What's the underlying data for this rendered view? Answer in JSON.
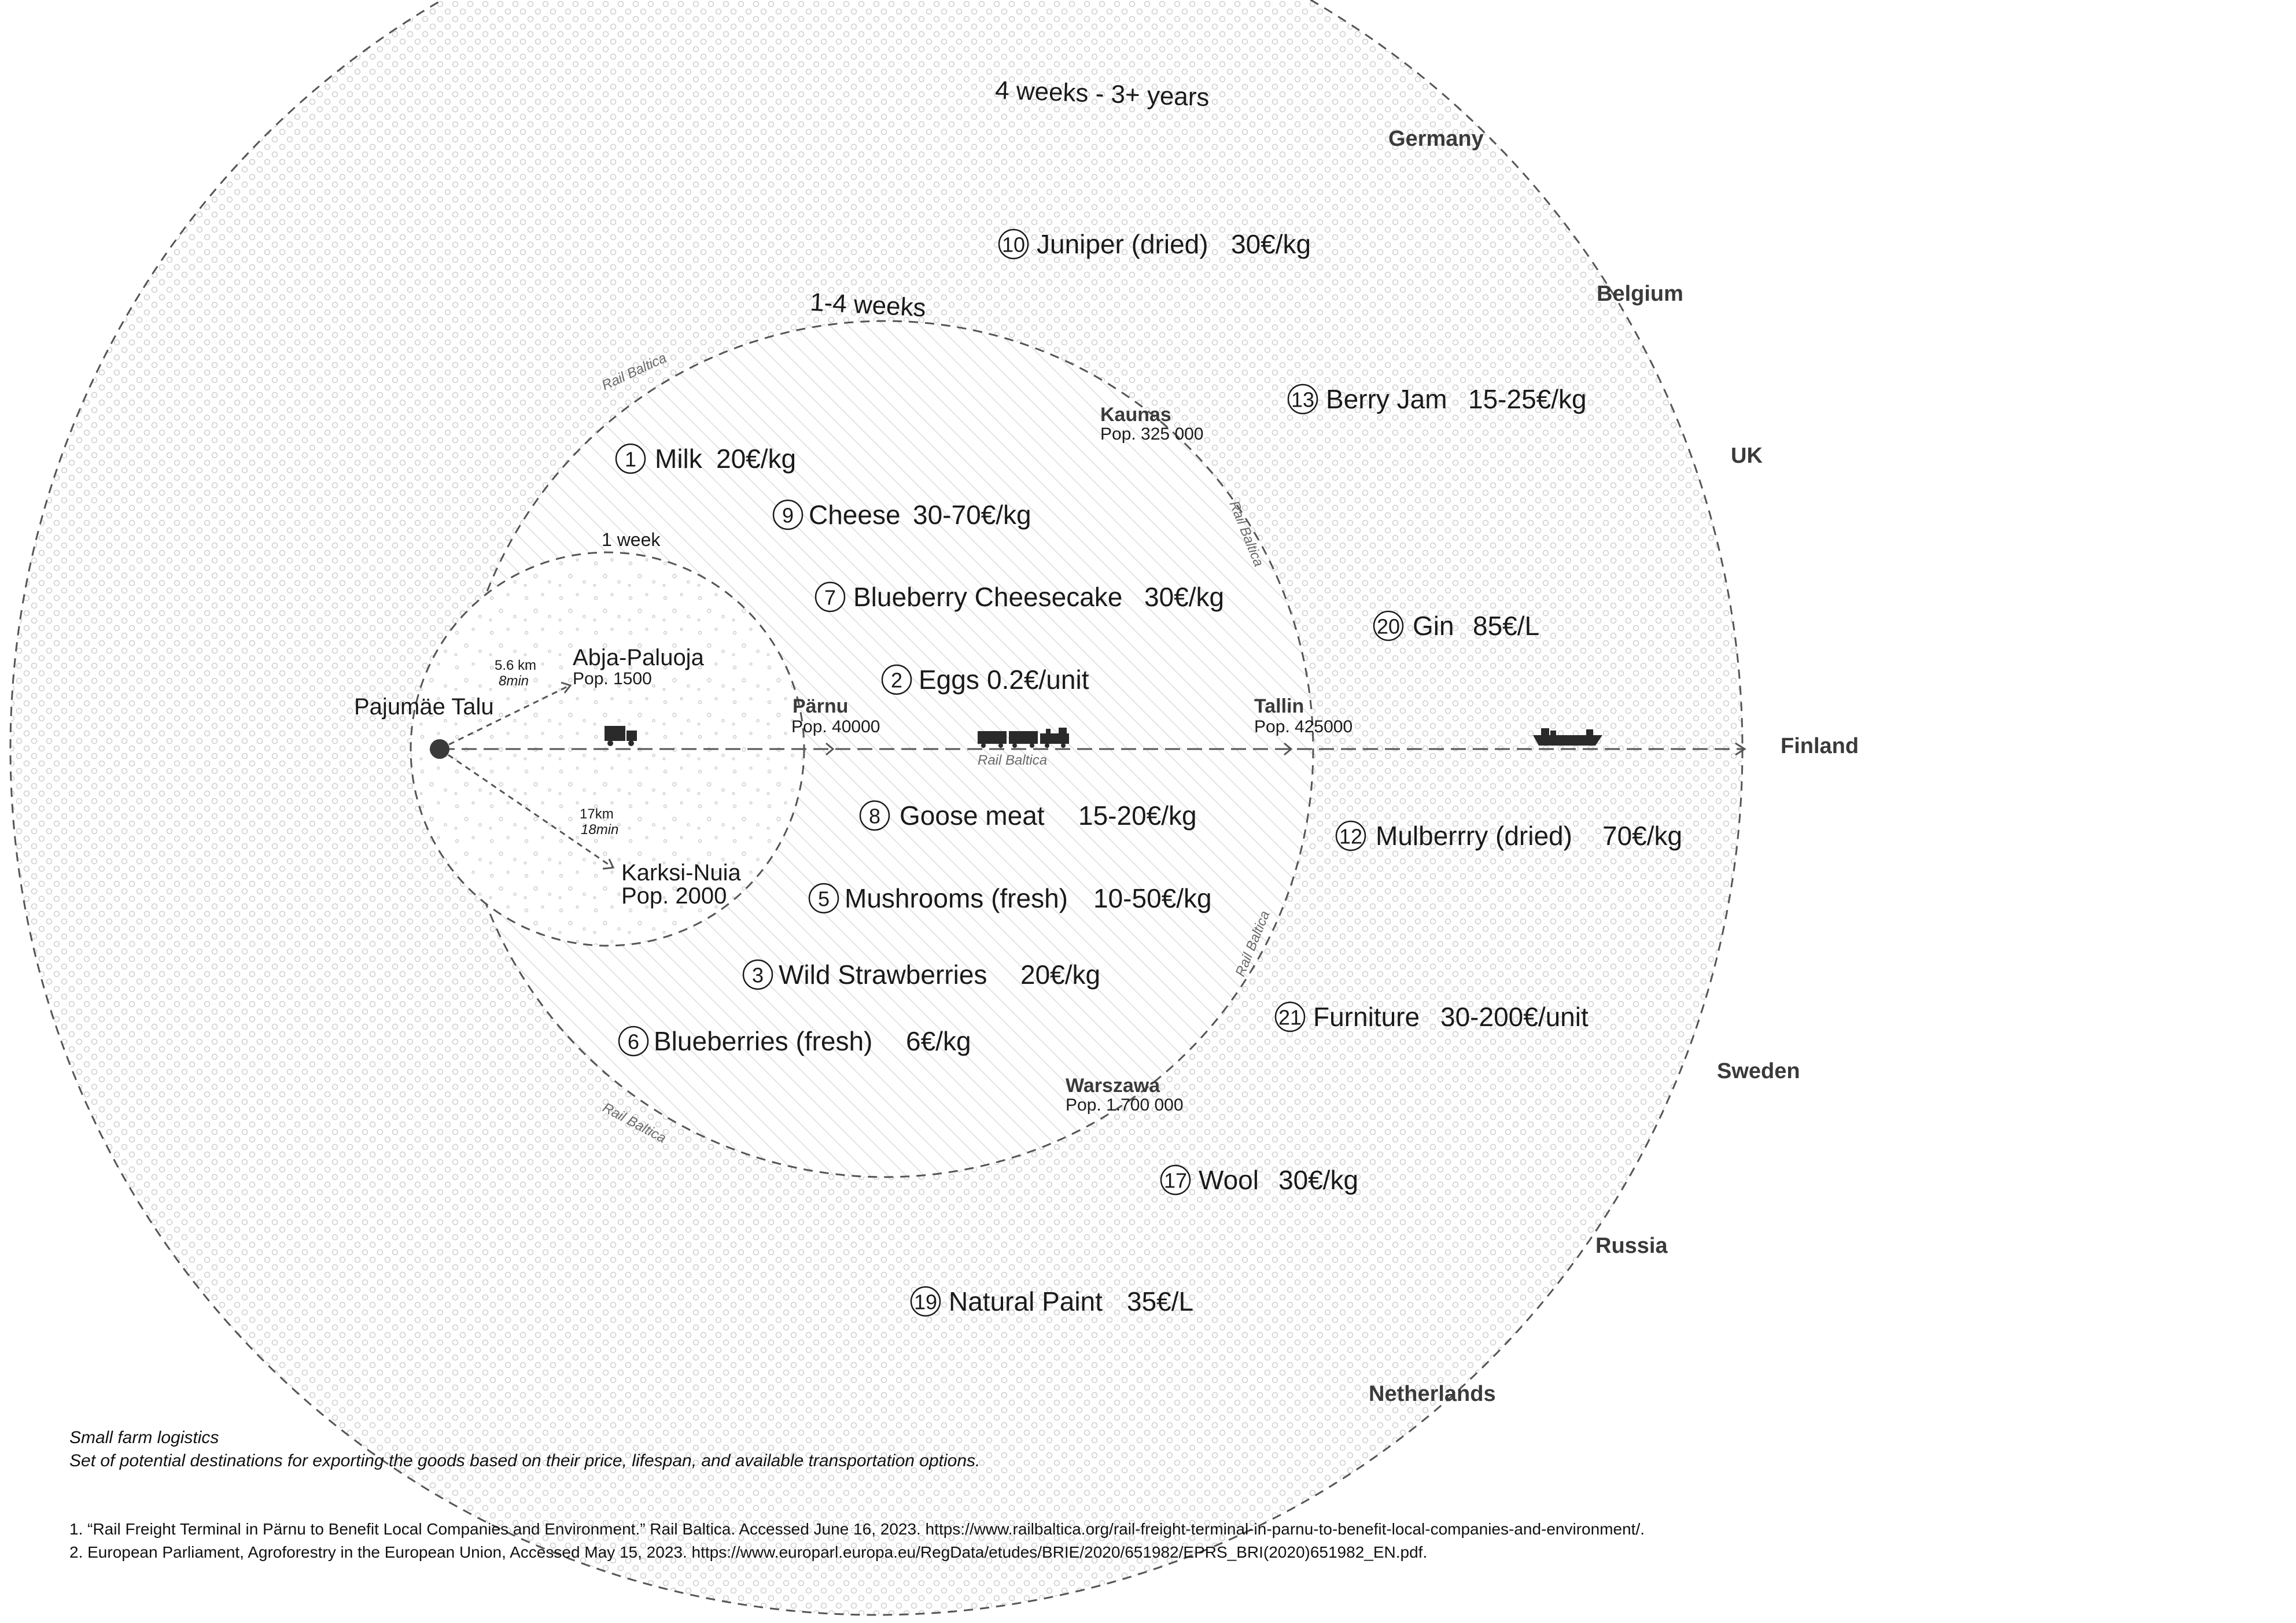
{
  "rings": {
    "outer": "4 weeks - 3+ years",
    "middle": "1-4 weeks",
    "inner": "1 week"
  },
  "origin": "Pajumäe Talu",
  "towns": [
    {
      "name": "Abja-Paluoja",
      "pop": "Pop. 1500",
      "distance": "5.6 km",
      "time": "8min"
    },
    {
      "name": "Karksi-Nuia",
      "pop": "Pop. 2000",
      "distance": "17km",
      "time": "18min"
    }
  ],
  "cities": [
    {
      "name": "Pärnu",
      "pop": "Pop. 40000"
    },
    {
      "name": "Tallin",
      "pop": "Pop. 425000"
    },
    {
      "name": "Kaunas",
      "pop": "Pop. 325 000"
    },
    {
      "name": "Warszawa",
      "pop": "Pop. 1.700 000"
    }
  ],
  "rail_label": "Rail Baltica",
  "countries": [
    "Germany",
    "Belgium",
    "UK",
    "Finland",
    "Sweden",
    "Russia",
    "Netherlands"
  ],
  "products": [
    {
      "num": "1",
      "name": "Milk",
      "price": "20€/kg"
    },
    {
      "num": "9",
      "name": "Cheese",
      "price": "30-70€/kg"
    },
    {
      "num": "7",
      "name": "Blueberry Cheesecake",
      "price": "30€/kg"
    },
    {
      "num": "2",
      "name": "Eggs",
      "price": "0.2€/unit"
    },
    {
      "num": "8",
      "name": "Goose meat",
      "price": "15-20€/kg"
    },
    {
      "num": "5",
      "name": "Mushrooms (fresh)",
      "price": "10-50€/kg"
    },
    {
      "num": "3",
      "name": "Wild  Strawberries",
      "price": "20€/kg"
    },
    {
      "num": "6",
      "name": "Blueberries (fresh)",
      "price": "6€/kg"
    },
    {
      "num": "10",
      "name": "Juniper (dried)",
      "price": "30€/kg"
    },
    {
      "num": "13",
      "name": "Berry Jam",
      "price": "15-25€/kg"
    },
    {
      "num": "20",
      "name": "Gin",
      "price": "85€/L"
    },
    {
      "num": "12",
      "name": "Mulberrry (dried)",
      "price": "70€/kg"
    },
    {
      "num": "21",
      "name": "Furniture",
      "price": "30-200€/unit"
    },
    {
      "num": "17",
      "name": "Wool",
      "price": "30€/kg"
    },
    {
      "num": "19",
      "name": "Natural Paint",
      "price": "35€/L"
    }
  ],
  "transport_icons": [
    "truck-icon",
    "train-icon",
    "ship-icon"
  ],
  "caption": {
    "title": "Small farm logistics",
    "subtitle": "Set of potential destinations for exporting the goods based on their price, lifespan, and available transportation options."
  },
  "references": [
    "1. “Rail Freight Terminal in Pärnu to Benefit Local Companies and Environment.” Rail Baltica. Accessed June 16, 2023. https://www.railbaltica.org/rail-freight-terminal-in-parnu-to-benefit-local-companies-and-environment/.",
    "2. European Parliament, Agroforestry in the European Union, Accessed May 15, 2023. https://www.europarl.europa.eu/RegData/etudes/BRIE/2020/651982/EPRS_BRI(2020)651982_EN.pdf."
  ],
  "colors": {
    "line": "#555555",
    "ink": "#1a1a1a",
    "country": "#3a3a3a",
    "pattern": "#cfcfcf"
  }
}
